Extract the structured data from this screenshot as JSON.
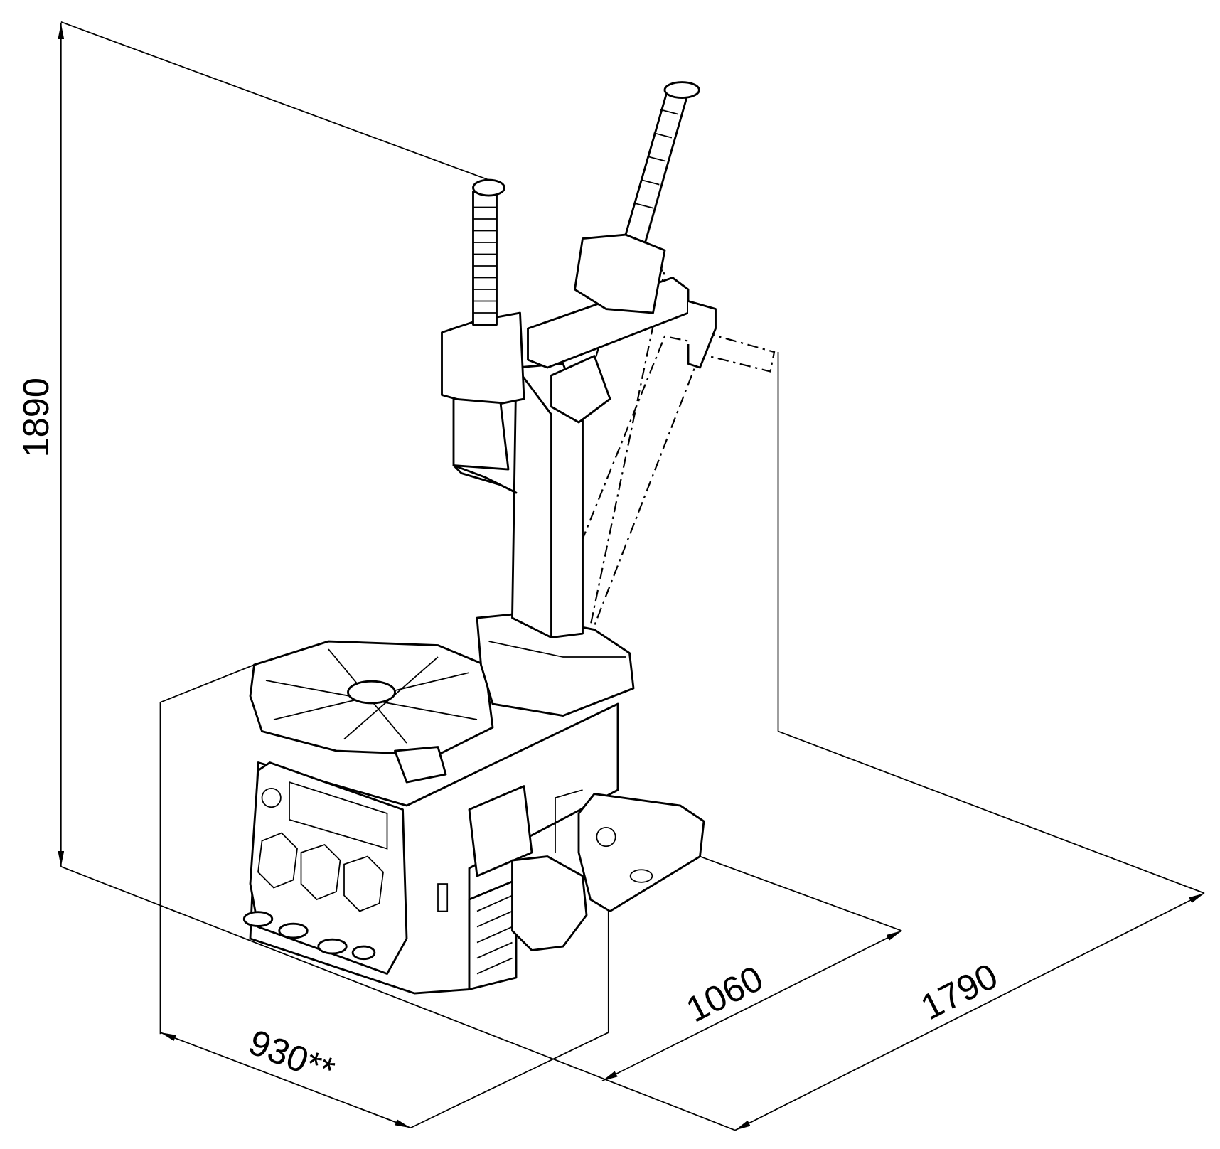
{
  "dimensions": {
    "height": "1890",
    "width": "930**",
    "depth": "1060",
    "depth_max": "1790"
  },
  "colors": {
    "line": "#000000",
    "background": "#ffffff"
  }
}
